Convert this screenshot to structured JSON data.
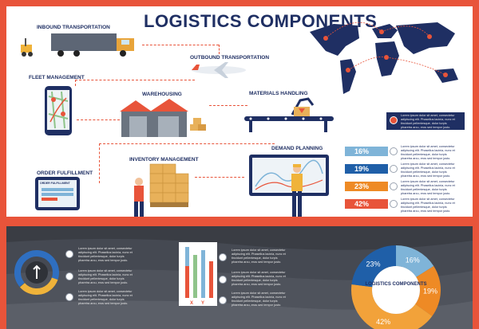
{
  "title": "LOGISTICS COMPONENTS",
  "labels": {
    "inbound": "INBOUND TRANSPORTATION",
    "outbound": "OUTBOUND TRANSPORTATION",
    "fleet": "FLEET MANAGEMENT",
    "warehousing": "WAREHOUSING",
    "materials": "MATERIALS HANDLING",
    "order": "ORDER FULFILLMENT",
    "inventory": "INVENTORY MANAGEMENT",
    "demand": "DEMAND PLANNING",
    "order_screen": "ORDER FULFILLMENT",
    "donut": "LOGISTICS COMPONENTS"
  },
  "percentages": [
    {
      "value": "16%",
      "color": "#7fb4d8"
    },
    {
      "value": "19%",
      "color": "#1f5fa8"
    },
    {
      "value": "23%",
      "color": "#ee8a25"
    },
    {
      "value": "42%",
      "color": "#e8543a"
    }
  ],
  "donut": {
    "segments": [
      {
        "label": "16%",
        "value": 16,
        "color": "#7fb4d8"
      },
      {
        "label": "19%",
        "value": 19,
        "color": "#ee8a25"
      },
      {
        "label": "42%",
        "value": 42,
        "color": "#f2a23a"
      },
      {
        "label": "23%",
        "value": 23,
        "color": "#1f5fa8"
      }
    ]
  },
  "bars_chart": {
    "xlabel": "X",
    "ylabel": "Y"
  },
  "lorem_short": "Lorem ipsum dolor sit amet, consectetur adipiscing elit. Phasellus lacinia, nunc et tincidunt pellentesque, dolor turpis pharetra arcu, eros sed tempor justo.",
  "lorem_lines": [
    "Lorem ipsum dolor sit amet, consectetur",
    "adipiscing elit. Phasellus lacinia, nunc et",
    "tincidunt pellentesque, dolor turpis",
    "pharetra arcu, eros sed tempor justo."
  ]
}
